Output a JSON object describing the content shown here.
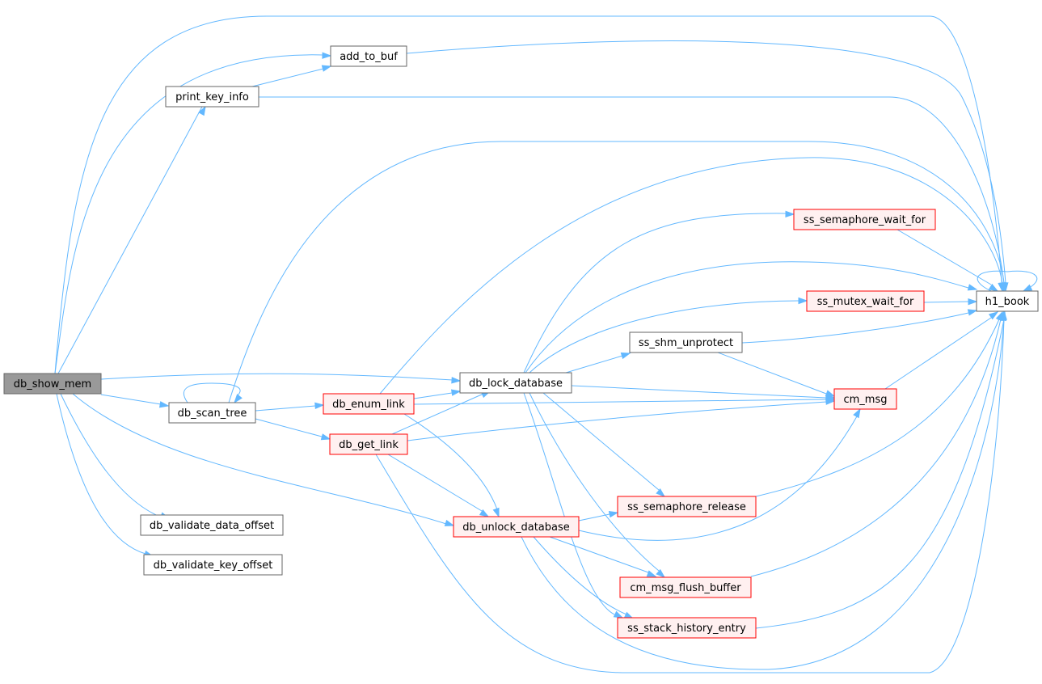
{
  "colors": {
    "edge": "#63b8ff",
    "root_fill": "#999999",
    "root_stroke": "#666666",
    "plain_fill": "#ffffff",
    "plain_stroke": "#666666",
    "hl_fill": "#fff0f0",
    "hl_stroke": "#ff0000"
  },
  "nodes": [
    {
      "id": "db_show_mem",
      "label": "db_show_mem",
      "style": "root"
    },
    {
      "id": "add_to_buf",
      "label": "add_to_buf",
      "style": "plain"
    },
    {
      "id": "print_key_info",
      "label": "print_key_info",
      "style": "plain"
    },
    {
      "id": "h1_book",
      "label": "h1_book",
      "style": "plain"
    },
    {
      "id": "db_scan_tree",
      "label": "db_scan_tree",
      "style": "plain"
    },
    {
      "id": "db_lock_database",
      "label": "db_lock_database",
      "style": "plain"
    },
    {
      "id": "db_enum_link",
      "label": "db_enum_link",
      "style": "red"
    },
    {
      "id": "db_get_link",
      "label": "db_get_link",
      "style": "red"
    },
    {
      "id": "ss_semaphore_wait_for",
      "label": "ss_semaphore_wait_for",
      "style": "red"
    },
    {
      "id": "ss_mutex_wait_for",
      "label": "ss_mutex_wait_for",
      "style": "red"
    },
    {
      "id": "ss_shm_unprotect",
      "label": "ss_shm_unprotect",
      "style": "plain"
    },
    {
      "id": "cm_msg",
      "label": "cm_msg",
      "style": "red"
    },
    {
      "id": "db_validate_data_offset",
      "label": "db_validate_data_offset",
      "style": "plain"
    },
    {
      "id": "db_validate_key_offset",
      "label": "db_validate_key_offset",
      "style": "plain"
    },
    {
      "id": "db_unlock_database",
      "label": "db_unlock_database",
      "style": "red"
    },
    {
      "id": "ss_semaphore_release",
      "label": "ss_semaphore_release",
      "style": "red"
    },
    {
      "id": "cm_msg_flush_buffer",
      "label": "cm_msg_flush_buffer",
      "style": "red"
    },
    {
      "id": "ss_stack_history_entry",
      "label": "ss_stack_history_entry",
      "style": "red"
    }
  ],
  "edges": [
    {
      "from": "db_show_mem",
      "to": "add_to_buf"
    },
    {
      "from": "db_show_mem",
      "to": "print_key_info"
    },
    {
      "from": "db_show_mem",
      "to": "h1_book"
    },
    {
      "from": "db_show_mem",
      "to": "db_lock_database"
    },
    {
      "from": "db_show_mem",
      "to": "db_scan_tree"
    },
    {
      "from": "db_show_mem",
      "to": "db_unlock_database"
    },
    {
      "from": "db_show_mem",
      "to": "db_validate_data_offset"
    },
    {
      "from": "db_show_mem",
      "to": "db_validate_key_offset"
    },
    {
      "from": "add_to_buf",
      "to": "h1_book"
    },
    {
      "from": "print_key_info",
      "to": "add_to_buf"
    },
    {
      "from": "print_key_info",
      "to": "h1_book"
    },
    {
      "from": "h1_book",
      "to": "h1_book"
    },
    {
      "from": "db_scan_tree",
      "to": "db_scan_tree"
    },
    {
      "from": "db_scan_tree",
      "to": "h1_book"
    },
    {
      "from": "db_scan_tree",
      "to": "db_enum_link"
    },
    {
      "from": "db_scan_tree",
      "to": "db_get_link"
    },
    {
      "from": "db_enum_link",
      "to": "h1_book"
    },
    {
      "from": "db_enum_link",
      "to": "db_lock_database"
    },
    {
      "from": "db_enum_link",
      "to": "cm_msg"
    },
    {
      "from": "db_enum_link",
      "to": "db_unlock_database"
    },
    {
      "from": "db_get_link",
      "to": "db_lock_database"
    },
    {
      "from": "db_get_link",
      "to": "cm_msg"
    },
    {
      "from": "db_get_link",
      "to": "db_unlock_database"
    },
    {
      "from": "db_get_link",
      "to": "h1_book"
    },
    {
      "from": "db_lock_database",
      "to": "ss_semaphore_wait_for"
    },
    {
      "from": "db_lock_database",
      "to": "h1_book"
    },
    {
      "from": "db_lock_database",
      "to": "ss_mutex_wait_for"
    },
    {
      "from": "db_lock_database",
      "to": "ss_shm_unprotect"
    },
    {
      "from": "db_lock_database",
      "to": "cm_msg"
    },
    {
      "from": "db_lock_database",
      "to": "ss_semaphore_release"
    },
    {
      "from": "db_lock_database",
      "to": "cm_msg_flush_buffer"
    },
    {
      "from": "db_lock_database",
      "to": "ss_stack_history_entry"
    },
    {
      "from": "ss_semaphore_wait_for",
      "to": "h1_book"
    },
    {
      "from": "ss_mutex_wait_for",
      "to": "h1_book"
    },
    {
      "from": "ss_shm_unprotect",
      "to": "h1_book"
    },
    {
      "from": "ss_shm_unprotect",
      "to": "cm_msg"
    },
    {
      "from": "cm_msg",
      "to": "h1_book"
    },
    {
      "from": "db_unlock_database",
      "to": "ss_semaphore_release"
    },
    {
      "from": "db_unlock_database",
      "to": "cm_msg"
    },
    {
      "from": "db_unlock_database",
      "to": "cm_msg_flush_buffer"
    },
    {
      "from": "db_unlock_database",
      "to": "ss_stack_history_entry"
    },
    {
      "from": "db_unlock_database",
      "to": "h1_book"
    },
    {
      "from": "ss_semaphore_release",
      "to": "h1_book"
    },
    {
      "from": "cm_msg_flush_buffer",
      "to": "h1_book"
    },
    {
      "from": "ss_stack_history_entry",
      "to": "h1_book"
    }
  ]
}
